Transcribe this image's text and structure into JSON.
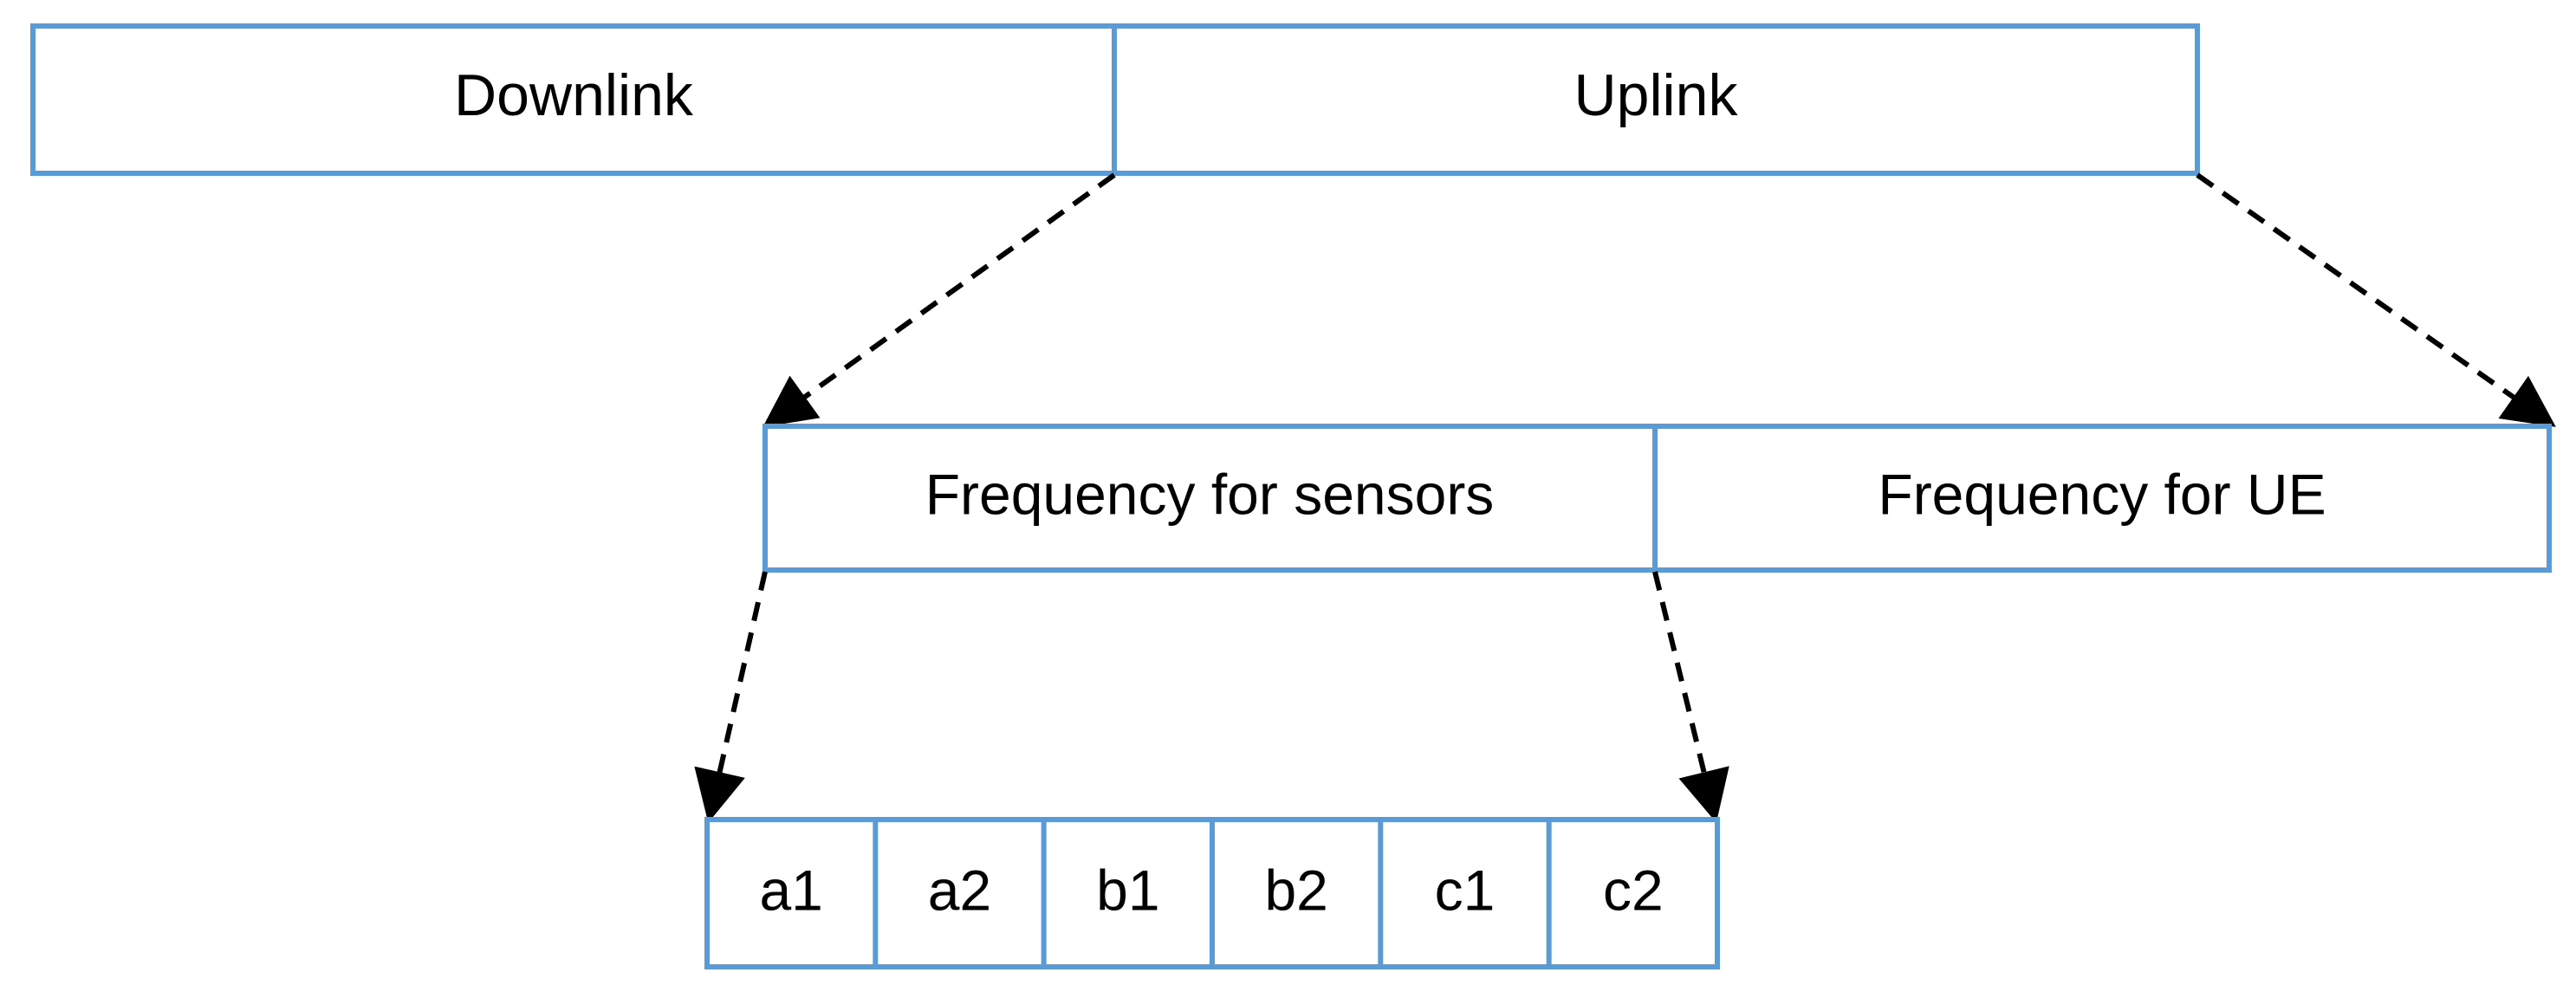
{
  "band": {
    "downlink_label": "Downlink",
    "uplink_label": "Uplink"
  },
  "uplink_split": {
    "sensors_label": "Frequency for sensors",
    "ue_label": "Frequency for UE"
  },
  "sensor_channels": [
    "a1",
    "a2",
    "b1",
    "b2",
    "c1",
    "c2"
  ],
  "colors": {
    "box_border": "#5b9bd5",
    "text": "#000000",
    "arrow": "#000000",
    "background": "#ffffff"
  }
}
